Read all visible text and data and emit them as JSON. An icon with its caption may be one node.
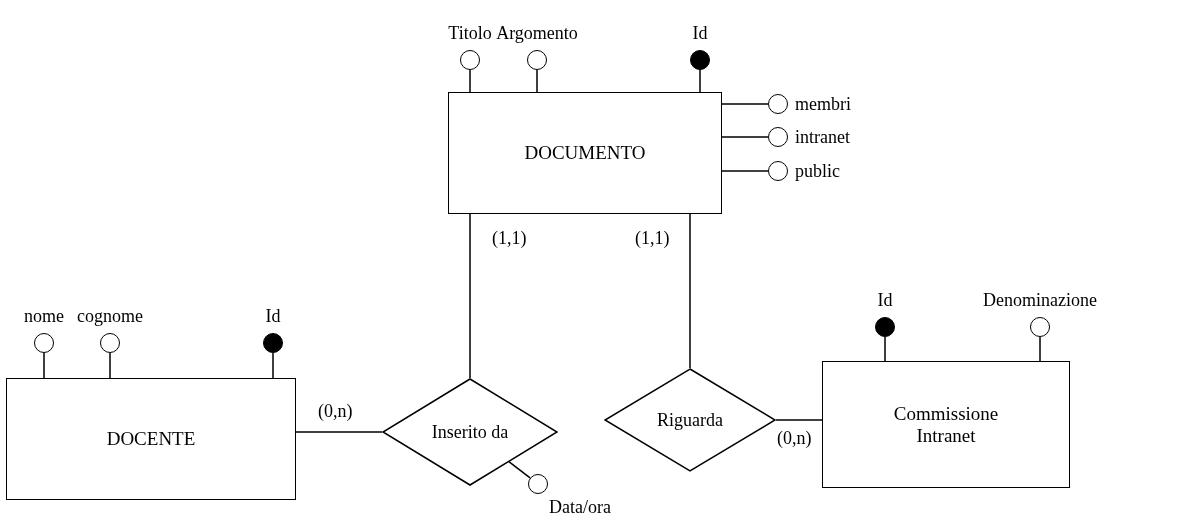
{
  "diagram": {
    "nodes": [
      {
        "text": [
          "Titolo"
        ]
      },
      {
        "text": [
          "Argomento"
        ]
      },
      {
        "text": [
          "Id"
        ]
      },
      {
        "text": [
          "DOCUMENTO"
        ]
      },
      {
        "text": [
          "membri"
        ]
      },
      {
        "text": [
          "intranet"
        ]
      },
      {
        "text": [
          "public"
        ]
      },
      {
        "text": [
          "nome"
        ]
      },
      {
        "text": [
          "cognome"
        ]
      },
      {
        "text": [
          "Id"
        ]
      },
      {
        "text": [
          "Id"
        ]
      },
      {
        "text": [
          "Denominazione"
        ]
      },
      {
        "text": [
          "DOCENTE"
        ]
      },
      {
        "text": [
          "Inserito da"
        ]
      },
      {
        "text": [
          "Riguarda"
        ]
      },
      {
        "text": [
          "Commissione Intranet"
        ]
      },
      {
        "text": [
          "Data/ora"
        ]
      }
    ],
    "edges": [
      {
        "from": 0,
        "to": 3,
        "arrow": "none"
      },
      {
        "from": 1,
        "to": 3,
        "arrow": "none"
      },
      {
        "from": 2,
        "to": 3,
        "arrow": "none"
      },
      {
        "from": 4,
        "to": 3,
        "arrow": "none"
      },
      {
        "from": 5,
        "to": 3,
        "arrow": "none"
      },
      {
        "from": 6,
        "to": 3,
        "arrow": "none"
      },
      {
        "from": 3,
        "to": 13,
        "arrow": "none",
        "label": "(1,1)"
      },
      {
        "from": 3,
        "to": 14,
        "arrow": "none",
        "label": "(1,1)"
      },
      {
        "from": 7,
        "to": 12,
        "arrow": "none"
      },
      {
        "from": 8,
        "to": 12,
        "arrow": "none"
      },
      {
        "from": 9,
        "to": 12,
        "arrow": "none"
      },
      {
        "from": 10,
        "to": 15,
        "arrow": "none"
      },
      {
        "from": 11,
        "to": 15,
        "arrow": "none"
      },
      {
        "from": 12,
        "to": 13,
        "arrow": "none",
        "label": "(0,n)"
      },
      {
        "from": 14,
        "to": 15,
        "arrow": "none",
        "label": "(0,n)"
      },
      {
        "from": 16,
        "to": 13,
        "arrow": "none"
      }
    ]
  }
}
